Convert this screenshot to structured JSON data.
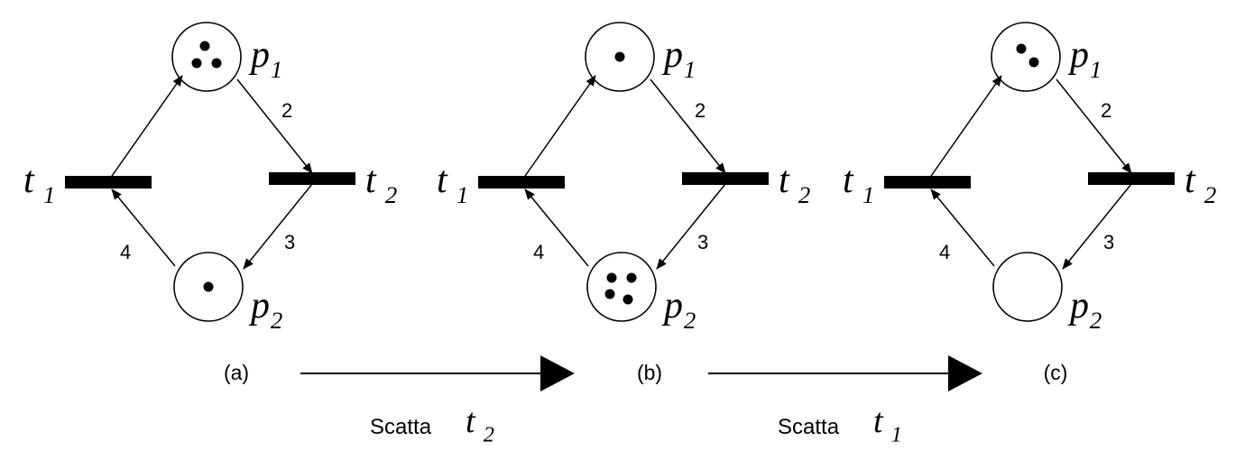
{
  "colors": {
    "ink": "#000000",
    "paper": "#ffffff"
  },
  "nets": [
    {
      "id": "a",
      "caption": "(a)",
      "place_top": {
        "main": "p",
        "sub": "1",
        "tokens": 3
      },
      "place_bottom": {
        "main": "p",
        "sub": "2",
        "tokens": 1
      },
      "transition_left": {
        "main": "t",
        "sub": "1"
      },
      "transition_right": {
        "main": "t",
        "sub": "2"
      },
      "weights": {
        "p1_t2": "2",
        "t2_p2": "3",
        "p2_t1": "4"
      }
    },
    {
      "id": "b",
      "caption": "(b)",
      "place_top": {
        "main": "p",
        "sub": "1",
        "tokens": 1
      },
      "place_bottom": {
        "main": "p",
        "sub": "2",
        "tokens": 4
      },
      "transition_left": {
        "main": "t",
        "sub": "1"
      },
      "transition_right": {
        "main": "t",
        "sub": "2"
      },
      "weights": {
        "p1_t2": "2",
        "t2_p2": "3",
        "p2_t1": "4"
      }
    },
    {
      "id": "c",
      "caption": "(c)",
      "place_top": {
        "main": "p",
        "sub": "1",
        "tokens": 2
      },
      "place_bottom": {
        "main": "p",
        "sub": "2",
        "tokens": 0
      },
      "transition_left": {
        "main": "t",
        "sub": "1"
      },
      "transition_right": {
        "main": "t",
        "sub": "2"
      },
      "weights": {
        "p1_t2": "2",
        "t2_p2": "3",
        "p2_t1": "4"
      }
    }
  ],
  "steps": [
    {
      "label": "Scatta",
      "main": "t",
      "sub": "2"
    },
    {
      "label": "Scatta",
      "main": "t",
      "sub": "1"
    }
  ]
}
